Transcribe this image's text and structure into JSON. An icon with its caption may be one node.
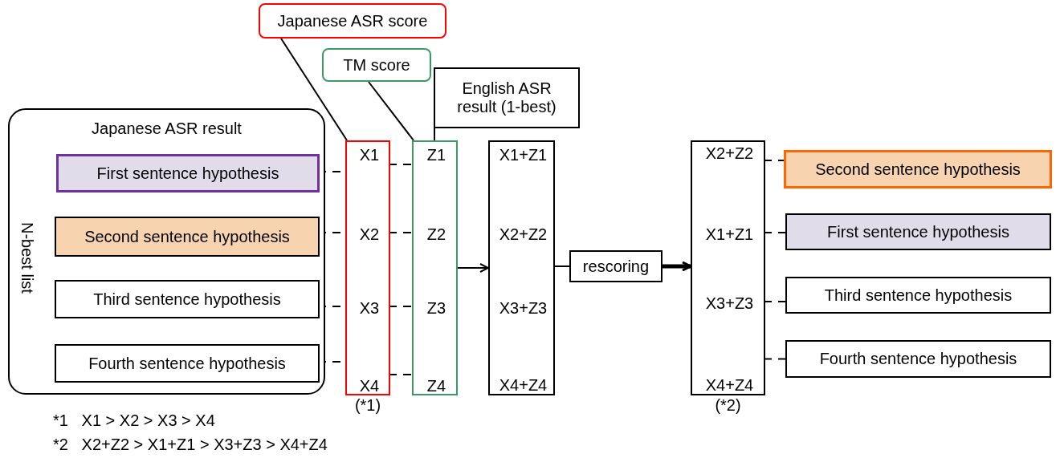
{
  "diagram": {
    "nodes": [
      {
        "text": [
          "Japanese ASR score"
        ]
      },
      {
        "text": [
          "TM score"
        ]
      },
      {
        "text": [
          "English ASR result (1-best)"
        ]
      },
      {
        "text": [
          "Japanese ASR result",
          "N-best list"
        ]
      },
      {
        "text": [
          "First  sentence hypothesis"
        ],
        "in": 3
      },
      {
        "text": [
          "Second sentence hypothesis"
        ],
        "in": 3
      },
      {
        "text": [
          "Third sentence hypothesis"
        ],
        "in": 3
      },
      {
        "text": [
          "Fourth sentence hypothesis"
        ],
        "in": 3
      },
      {
        "text": [],
        "shape": "box",
        "beside": [
          "(*1)"
        ]
      },
      {
        "text": [
          "X1"
        ],
        "in": 8
      },
      {
        "text": [
          "X2"
        ],
        "in": 8
      },
      {
        "text": [
          "X3"
        ],
        "in": 8
      },
      {
        "text": [
          "X4"
        ],
        "in": 8
      },
      {
        "text": [],
        "shape": "box"
      },
      {
        "text": [
          "Z1"
        ],
        "in": 13
      },
      {
        "text": [
          "Z2"
        ],
        "in": 13
      },
      {
        "text": [
          "Z3"
        ],
        "in": 13
      },
      {
        "text": [
          "Z4"
        ],
        "in": 13
      },
      {
        "text": [],
        "shape": "box"
      },
      {
        "text": [
          "X1+Z1"
        ],
        "in": 18
      },
      {
        "text": [
          "X2+Z2"
        ],
        "in": 18
      },
      {
        "text": [
          "X3+Z3"
        ],
        "in": 18
      },
      {
        "text": [
          "X4+Z4"
        ],
        "in": 18
      },
      {
        "text": [
          "rescoring"
        ]
      },
      {
        "text": [],
        "shape": "box",
        "beside": [
          "(*2)"
        ]
      },
      {
        "text": [
          "X2+Z2"
        ],
        "in": 24
      },
      {
        "text": [
          "X1+Z1"
        ],
        "in": 24
      },
      {
        "text": [
          "X3+Z3"
        ],
        "in": 24
      },
      {
        "text": [
          "X4+Z4"
        ],
        "in": 24
      },
      {
        "text": [
          "Second sentence hypothesis"
        ]
      },
      {
        "text": [
          "First sentence hypothesis"
        ]
      },
      {
        "text": [
          "Third sentence hypothesis"
        ]
      },
      {
        "text": [
          "Fourth sentence hypothesis"
        ]
      }
    ],
    "edges": [
      {
        "from": 0,
        "to": 8,
        "arrow": "none"
      },
      {
        "from": 1,
        "to": 13,
        "arrow": "none"
      },
      {
        "from": 2,
        "to": 13,
        "arrow": "none"
      },
      {
        "from": 4,
        "to": 9,
        "arrow": "none",
        "style": "dashed"
      },
      {
        "from": 5,
        "to": 10,
        "arrow": "none",
        "style": "dashed"
      },
      {
        "from": 6,
        "to": 11,
        "arrow": "none",
        "style": "dashed"
      },
      {
        "from": 7,
        "to": 12,
        "arrow": "none",
        "style": "dashed"
      },
      {
        "from": 9,
        "to": 14,
        "arrow": "none",
        "style": "dashed"
      },
      {
        "from": 10,
        "to": 15,
        "arrow": "none",
        "style": "dashed"
      },
      {
        "from": 11,
        "to": 16,
        "arrow": "none",
        "style": "dashed"
      },
      {
        "from": 12,
        "to": 17,
        "arrow": "none",
        "style": "dashed"
      },
      {
        "from": 13,
        "to": 18,
        "arrow": "to"
      },
      {
        "from": 18,
        "to": 23,
        "arrow": "none"
      },
      {
        "from": 23,
        "to": 24,
        "arrow": "to",
        "style": "thick"
      },
      {
        "from": 25,
        "to": 29,
        "arrow": "none",
        "style": "dashed"
      },
      {
        "from": 26,
        "to": 30,
        "arrow": "none",
        "style": "dashed"
      },
      {
        "from": 27,
        "to": 31,
        "arrow": "none",
        "style": "dashed"
      },
      {
        "from": 28,
        "to": 32,
        "arrow": "none",
        "style": "dashed"
      }
    ],
    "labels": [
      "*1   X1 > X2 > X3 > X4",
      "*2   X2+Z2 > X1+Z1 > X3+Z3 > X4+Z4"
    ]
  }
}
